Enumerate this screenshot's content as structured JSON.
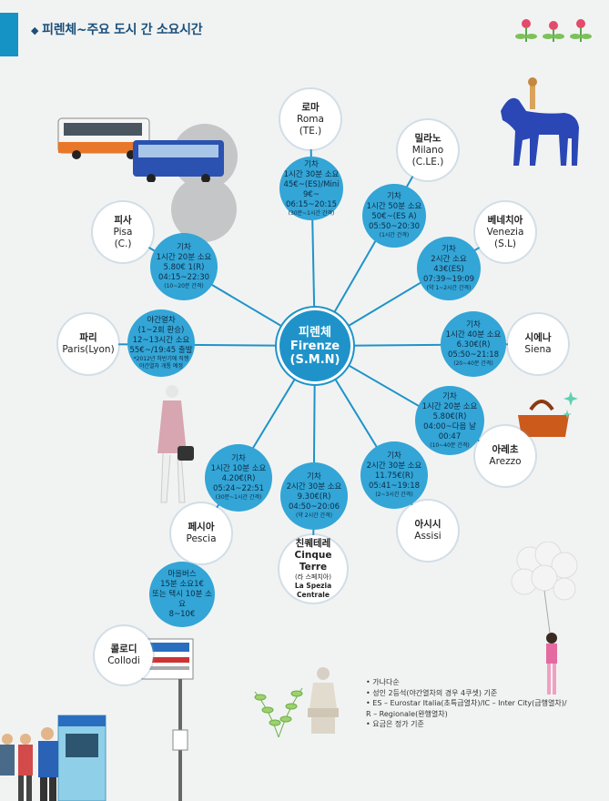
{
  "title": "피렌체~주요 도시 간 소요시간",
  "hub": {
    "ko": "피렌체",
    "en": "Firenze",
    "station": "(S.M.N)"
  },
  "cities": {
    "roma": {
      "ko": "로마",
      "en": "Roma",
      "station": "(TE.)"
    },
    "milano": {
      "ko": "밀라노",
      "en": "Milano",
      "station": "(C.LE.)"
    },
    "venezia": {
      "ko": "베네치아",
      "en": "Venezia",
      "station": "(S.L)"
    },
    "siena": {
      "ko": "시에나",
      "en": "Siena"
    },
    "arezzo": {
      "ko": "아레초",
      "en": "Arezzo"
    },
    "assisi": {
      "ko": "아시시",
      "en": "Assisi"
    },
    "cinque": {
      "ko": "친퀘테레",
      "en": "Cinque Terre",
      "via": "(라 스페치아)",
      "station": "La Spezia Centrale"
    },
    "pescia": {
      "ko": "페시아",
      "en": "Pescia"
    },
    "paris": {
      "ko": "파리",
      "en": "Paris(Lyon)"
    },
    "pisa": {
      "ko": "피사",
      "en": "Pisa",
      "station": "(C.)"
    },
    "collodi": {
      "ko": "콜로디",
      "en": "Collodi"
    }
  },
  "routes": {
    "roma": {
      "mode": "기차",
      "time": "1시간 30분 소요",
      "fare": "45€~(ES)/Mini 9€~",
      "hours": "06:15~20:15",
      "freq": "(30분~1시간 간격)"
    },
    "milano": {
      "mode": "기차",
      "time": "1시간 50분 소요",
      "fare": "50€~(ES A)",
      "hours": "05:50~20:30",
      "freq": "(1시간 간격)"
    },
    "venezia": {
      "mode": "기차",
      "time": "2시간 소요",
      "fare": "43€(ES)",
      "hours": "07:39~19:09",
      "freq": "(약 1~2시간 간격)"
    },
    "siena": {
      "mode": "기차",
      "time": "1시간 40분 소요",
      "fare": "6.30€(R)",
      "hours": "05:50~21:18",
      "freq": "(20~40분 간격)"
    },
    "arezzo": {
      "mode": "기차",
      "time": "1시간 20분 소요",
      "fare": "5.80€(R)",
      "hours": "04:00~다음 날",
      "hours2": "00:47",
      "freq": "(10~40분 간격)"
    },
    "assisi": {
      "mode": "기차",
      "time": "2시간 30분 소요",
      "fare": "11.75€(R)",
      "hours": "05:41~19:18",
      "freq": "(2~3시간 간격)"
    },
    "cinque": {
      "mode": "기차",
      "time": "2시간 30분 소요",
      "fare": "9.30€(R)",
      "hours": "04:50~20:06",
      "freq": "(약 2시간 간격)"
    },
    "pescia": {
      "mode": "기차",
      "time": "1시간 10분 소요",
      "fare": "4.20€(R)",
      "hours": "05:24~22:51",
      "freq": "(30분~1시간 간격)"
    },
    "paris": {
      "mode": "야간열차",
      "transfer": "(1~2회 환승)",
      "time": "12~13시간 소요",
      "fare": "55€~/19:45 출발",
      "note1": "*2012년 하반기에 직행",
      "note2": "야간열차 개통 예정"
    },
    "pisa": {
      "mode": "기차",
      "time": "1시간 20분 소요",
      "fare": "5.80€ 1(R)",
      "hours": "04:15~22:30",
      "freq": "(10~20분 간격)"
    },
    "collodi": {
      "line1": "마을버스",
      "line2": "15분 소요1€",
      "line3": "또는 택시 10분 소요",
      "line4": "8~10€"
    }
  },
  "legend": [
    "• 가나다순",
    "• 성인 2등석(야간열차의 경우 4쿠셋) 기준",
    "• ES – Eurostar Italia(초특급열차)/IC – Inter City(급행열차)/",
    "  R – Regionale(완행열차)",
    "• 요금은 정가 기준"
  ],
  "colors": {
    "hub": "#1f93c9",
    "info": "#33a5d6",
    "accent": "#1493c4",
    "title": "#1b4f7a"
  }
}
